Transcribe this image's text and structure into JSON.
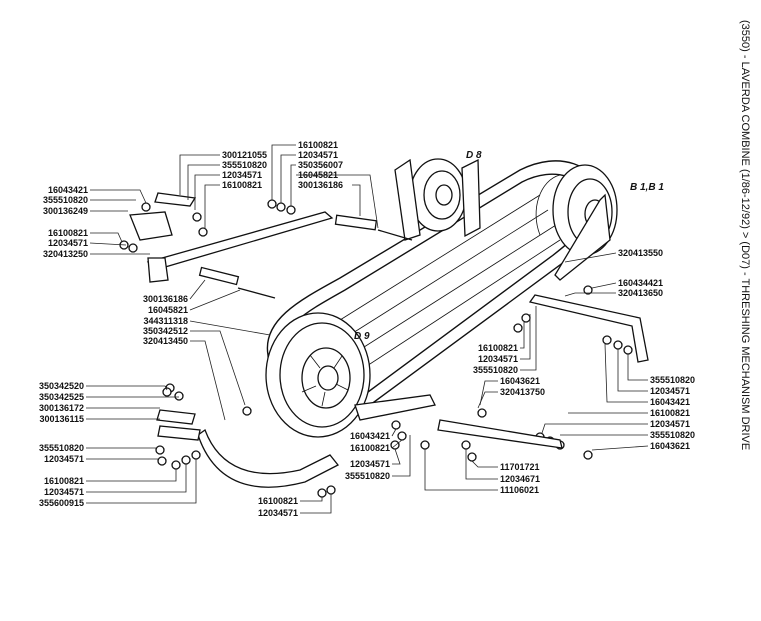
{
  "page_title": "(3550) - LAVERDA COMBINE (1/86-12/92) > (D07) - THRESHING MECHANISM DRIVE",
  "group_labels": [
    "D 8",
    "B 1,B 1",
    "D 9"
  ],
  "part_numbers": [
    "300121055",
    "355510820",
    "12034571",
    "16100821",
    "16100821",
    "12034571",
    "350356007",
    "16045821",
    "300136186",
    "16043421",
    "355510820",
    "300136249",
    "16100821",
    "12034571",
    "320413250",
    "300136186",
    "16045821",
    "344311318",
    "350342512",
    "320413450",
    "320413550",
    "160434421",
    "320413650",
    "16100821",
    "12034571",
    "355510820",
    "16043621",
    "320413750",
    "355510820",
    "12034571",
    "16043421",
    "16100821",
    "12034571",
    "355510820",
    "16043621",
    "350342520",
    "350342525",
    "300136172",
    "300136115",
    "355510820",
    "12034571",
    "16100821",
    "12034571",
    "355600915",
    "16043421",
    "16100821",
    "12034571",
    "355510820",
    "11701721",
    "12034671",
    "11106021",
    "16100821",
    "12034571"
  ]
}
